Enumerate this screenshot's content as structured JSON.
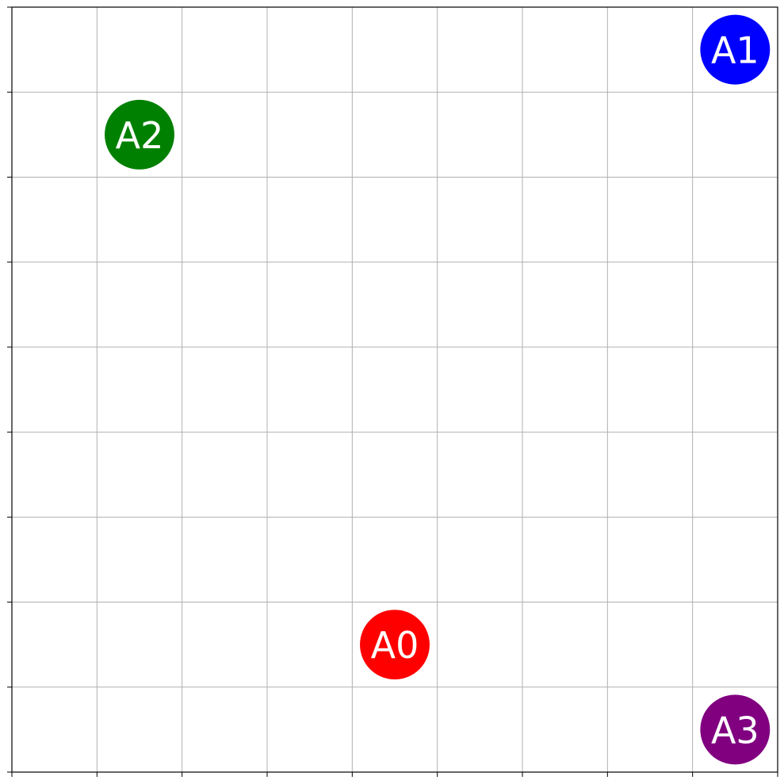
{
  "grid": {
    "cols": 9,
    "rows": 9,
    "grid_color": "#b0b0b0",
    "frame_color": "#000000",
    "background": "#ffffff"
  },
  "agents": [
    {
      "id": "A0",
      "label": "A0",
      "col": 4,
      "row": 7,
      "color": "#ff0000"
    },
    {
      "id": "A1",
      "label": "A1",
      "col": 8,
      "row": 0,
      "color": "#0000ff"
    },
    {
      "id": "A2",
      "label": "A2",
      "col": 1,
      "row": 1,
      "color": "#008000"
    },
    {
      "id": "A3",
      "label": "A3",
      "col": 8,
      "row": 8,
      "color": "#800080"
    }
  ]
}
